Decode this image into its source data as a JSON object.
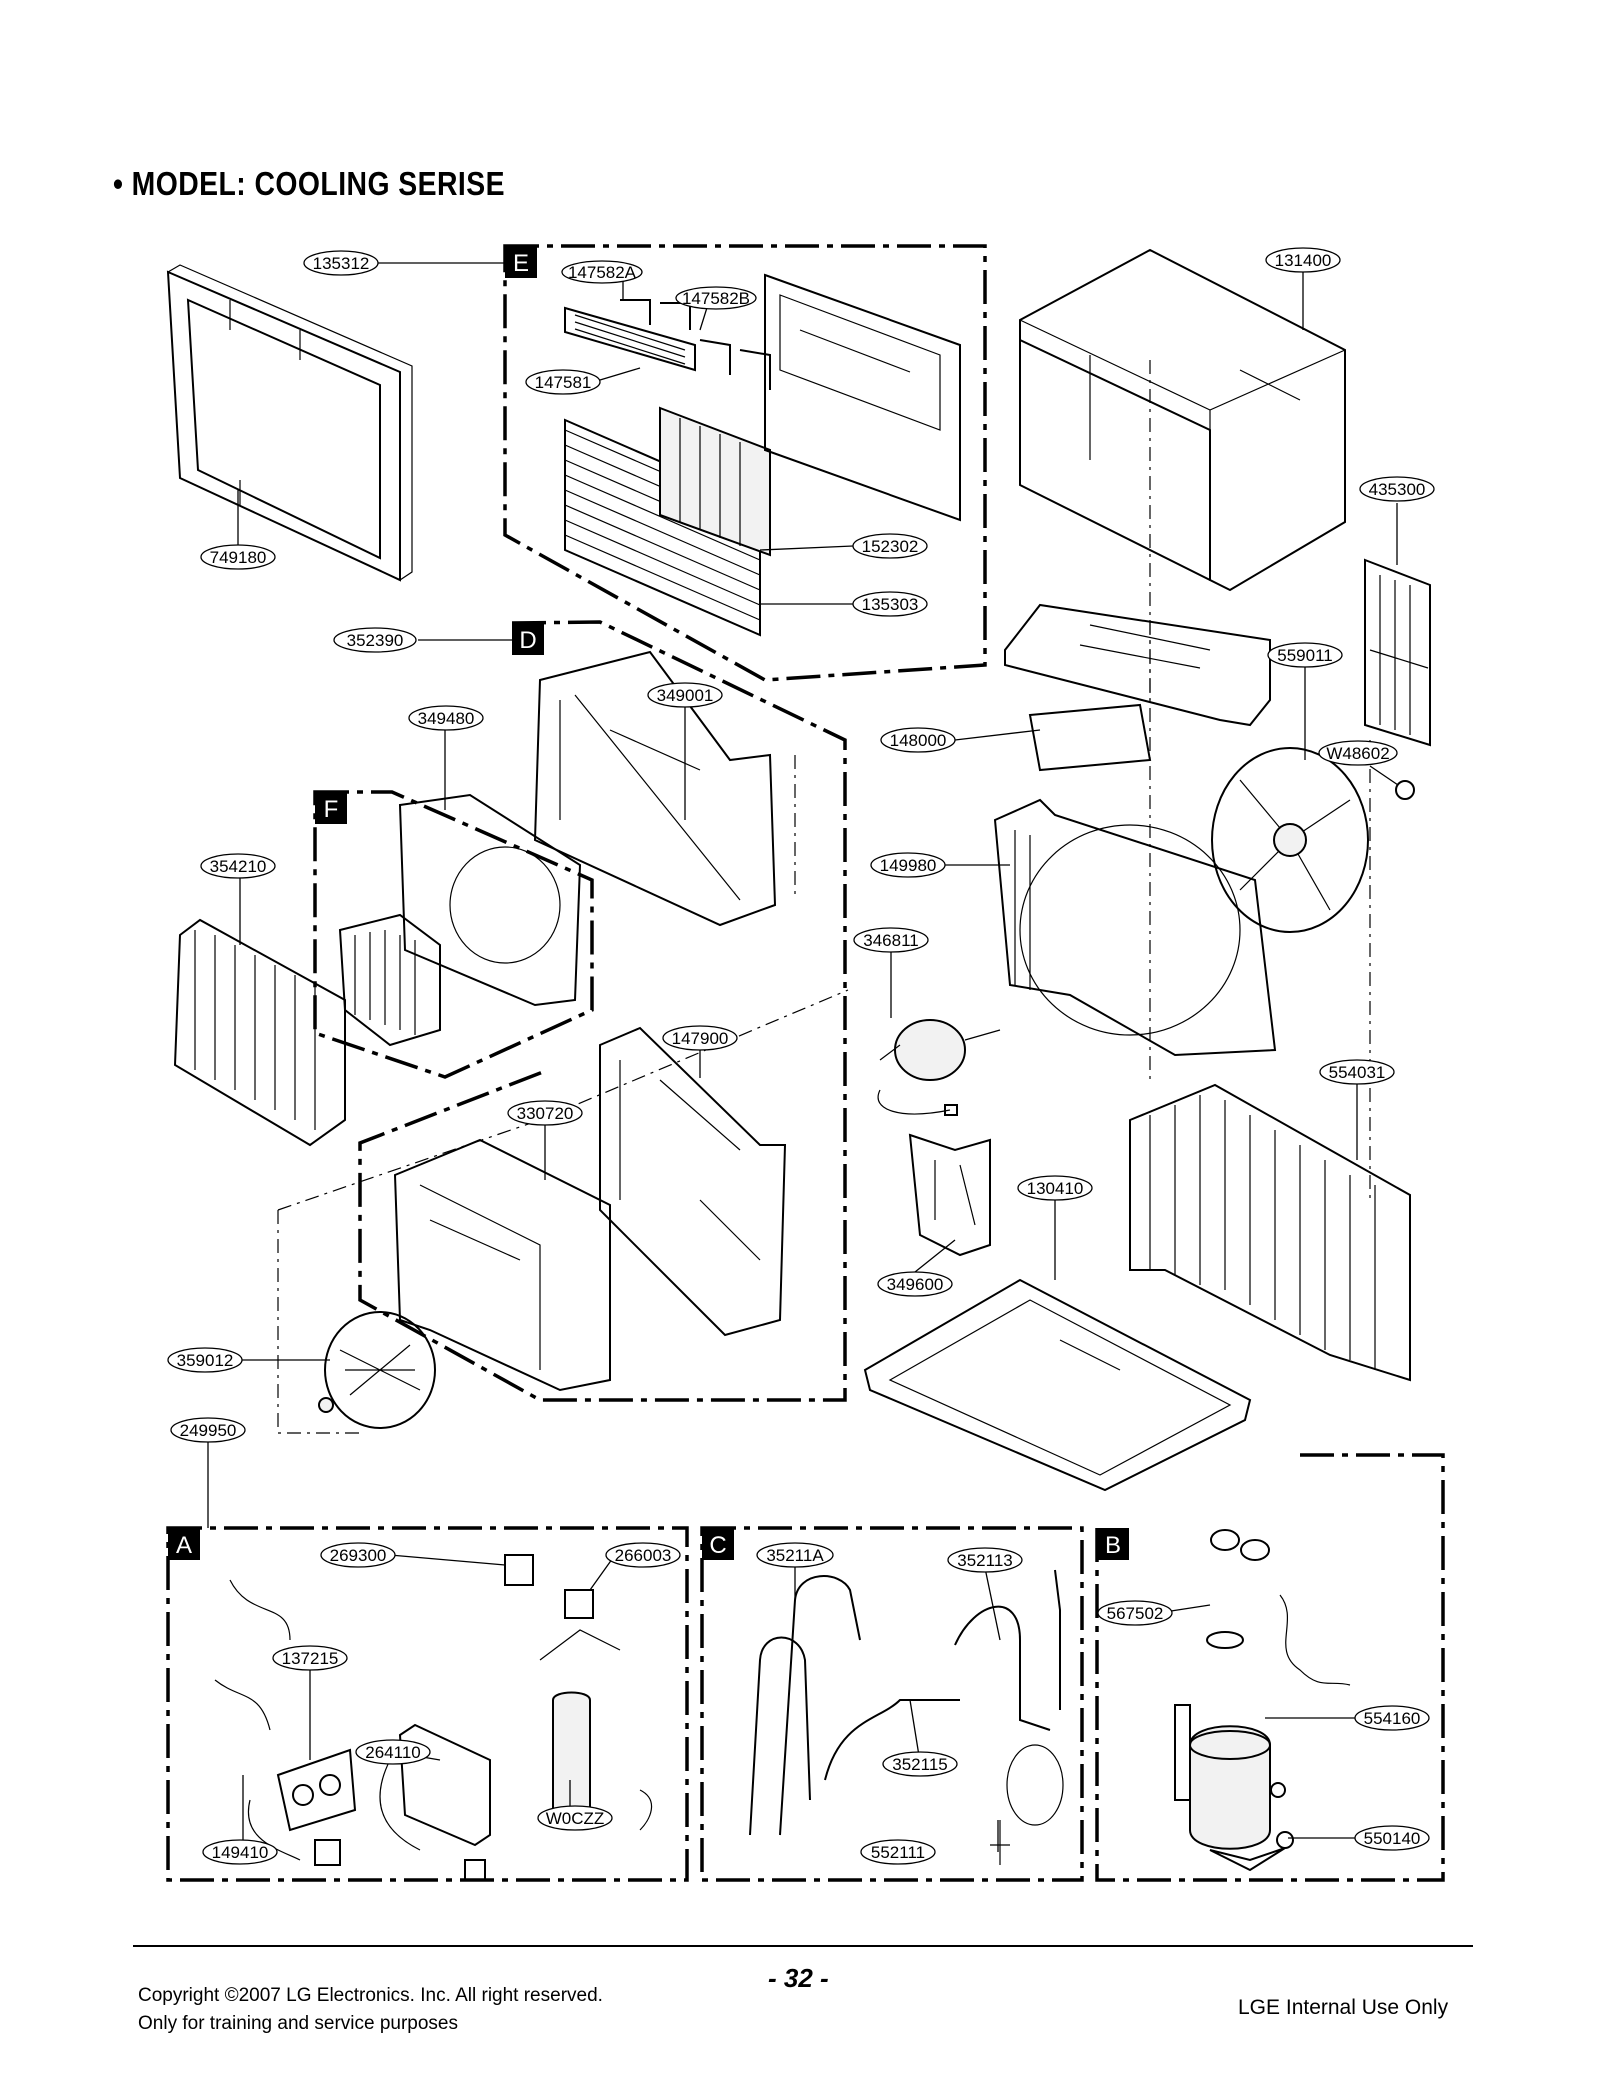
{
  "title": "• MODEL: COOLING SERISE",
  "sections": [
    "E",
    "D",
    "F",
    "A",
    "C",
    "B"
  ],
  "parts": {
    "p135312": "135312",
    "p147582A": "147582A",
    "p147582B": "147582B",
    "p147581": "147581",
    "p131400": "131400",
    "p749180": "749180",
    "p435300": "435300",
    "p152302": "152302",
    "p135303": "135303",
    "p352390": "352390",
    "p559011": "559011",
    "p349001": "349001",
    "p349480": "349480",
    "p148000": "148000",
    "pW48602": "W48602",
    "p354210": "354210",
    "p149980": "149980",
    "p346811": "346811",
    "p147900": "147900",
    "p554031": "554031",
    "p330720": "330720",
    "p130410": "130410",
    "p349600": "349600",
    "p359012": "359012",
    "p249950": "249950",
    "p269300": "269300",
    "p266003": "266003",
    "p35211A": "35211A",
    "p352113": "352113",
    "p567502": "567502",
    "p137215": "137215",
    "p554160": "554160",
    "p264110": "264110",
    "p352115": "352115",
    "pW0CZZ": "W0CZZ",
    "p149410": "149410",
    "p552111": "552111",
    "p550140": "550140"
  },
  "footer": {
    "copyright": "Copyright ©2007 LG Electronics. Inc. All right reserved.",
    "training": "Only for training and service purposes",
    "page": "- 32 -",
    "internal": "LGE Internal Use Only"
  }
}
